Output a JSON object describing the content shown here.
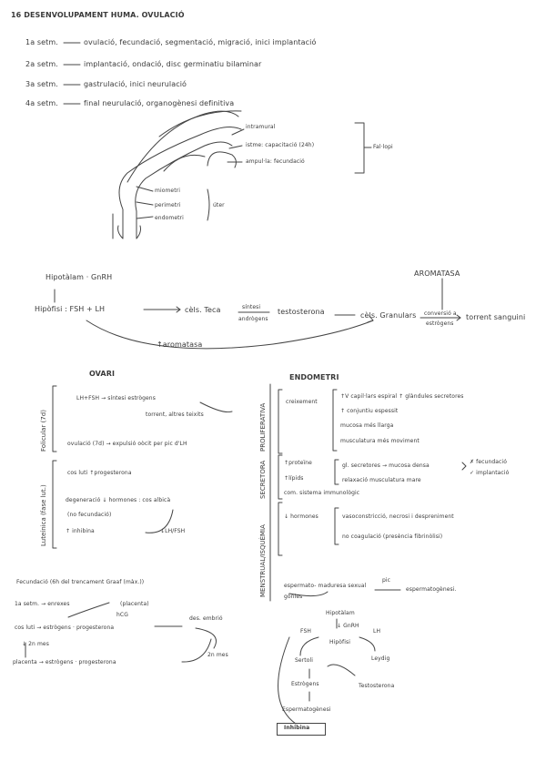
{
  "header": {
    "title": "16 DESENVOLUPAMENT HUMA. OVULACIÓ"
  },
  "weeks": [
    {
      "label": "1a setm.",
      "text": "ovulació, fecundació, segmentació, migració, inici implantació"
    },
    {
      "label": "2a setm.",
      "text": "implantació, ondació, disc germinatiu bilaminar"
    },
    {
      "label": "3a setm.",
      "text": "gastrulació, inici neurulació"
    },
    {
      "label": "4a setm.",
      "text": "final neurulació, organogènesi definitiva"
    }
  ],
  "uterus": {
    "intramural": "intramural",
    "istme": "istme: capacitació (24h)",
    "ampulla": "ampul·la: fecundació",
    "tubes": "Fal·lopi",
    "layers": [
      "miometri",
      "perimetri",
      "endometri"
    ],
    "uter": "úter"
  },
  "hormones": {
    "hipotalam": "Hipotàlam · GnRH",
    "hipofisi": "Hipòfisi :  FSH + LH",
    "cels_teca": "cèls. Teca",
    "sintesi": "síntesi",
    "androgens": "andrògens",
    "testosterona": "testosterona",
    "cels_granulars": "cèls. Granulars",
    "aromatasa_title": "AROMATASA",
    "conversio": "conversió a",
    "estrogens": "estrògens",
    "torrent": "torrent sanguini",
    "aromatasa": "↑aromatasa"
  },
  "ovari": {
    "title": "OVARI",
    "foliculars": "Folicular (7d)",
    "fsh_line": "LH+FSH  →  síntesi estrògens",
    "torrent_line": "torrent, altres teixits",
    "ovulacio": "ovulació (7d)  →  expulsió oòcit per pic d'LH",
    "luteinica": "Luteínica (fase lut.)",
    "cos_luti": "cos luti        ↑progesterona",
    "degeneracio": "degeneració   ↓ hormones : cos albicà",
    "no_fecundacio": "(no fecundació)",
    "inhibina": "↑ inhibina",
    "lh_fsh": "↓LH/FSH"
  },
  "endometri": {
    "title": "ENDOMETRI",
    "proliferativa": "PROLIFERATIVA",
    "creixement": "creixement",
    "items_prolif": [
      "↑V capil·lars espiral      ↑ glàndules secretores",
      "↑ conjuntiu espessit",
      "mucosa més llarga",
      "musculatura més moviment"
    ],
    "secretora": "SECRETORA",
    "proteine": "↑proteïne",
    "lipids": "↑lípids",
    "items_secr": [
      "gl. secretores  →  mucosa densa",
      "relaxació musculatura mare"
    ],
    "fecundacio_yes": "✗ fecundació",
    "implantacio": "✓ implantació",
    "sistema_imm": "com. sistema immunològic",
    "menstrual": "MENSTRUAL/ISQUÈMIA",
    "hormones_down": "↓ hormones",
    "items_menstr": [
      "vasoconstricció, necrosi i despreniment",
      "no coagulació  (presència fibrinòlisi)"
    ]
  },
  "fecundacio": {
    "title": "Fecundació  (6h del trencament Graaf (màx.))",
    "setm1": "1a setm.  →  enrexes",
    "placenta": "(placenta)",
    "hcg": "hCG",
    "cos_luti_line": "cos luti  →  estrògens · progesterona",
    "des_embrio": "des. embrió",
    "mes2": "↓ 2n mes",
    "placenta_line": "placenta  →  estrògens · progesterona",
    "mes2_right": "2n mes"
  },
  "espermatogenesi": {
    "espermato_line": "espermato-    maduresa sexual",
    "pic": "pic",
    "gonies": "gònies",
    "result": "espermatogènesi.",
    "hipotalam": "Hipotàlam",
    "gnrh": "↓ GnRH",
    "fsh": "FSH",
    "lh": "LH",
    "hipofisi": "Hipòfisi",
    "sertoli": "Sertoli",
    "leydig": "Leydig",
    "estrogens": "Estrògens",
    "testosterona": "Testosterona",
    "espermatogenesi": "Espermatogènesi",
    "inhibina": "Inhibina"
  }
}
